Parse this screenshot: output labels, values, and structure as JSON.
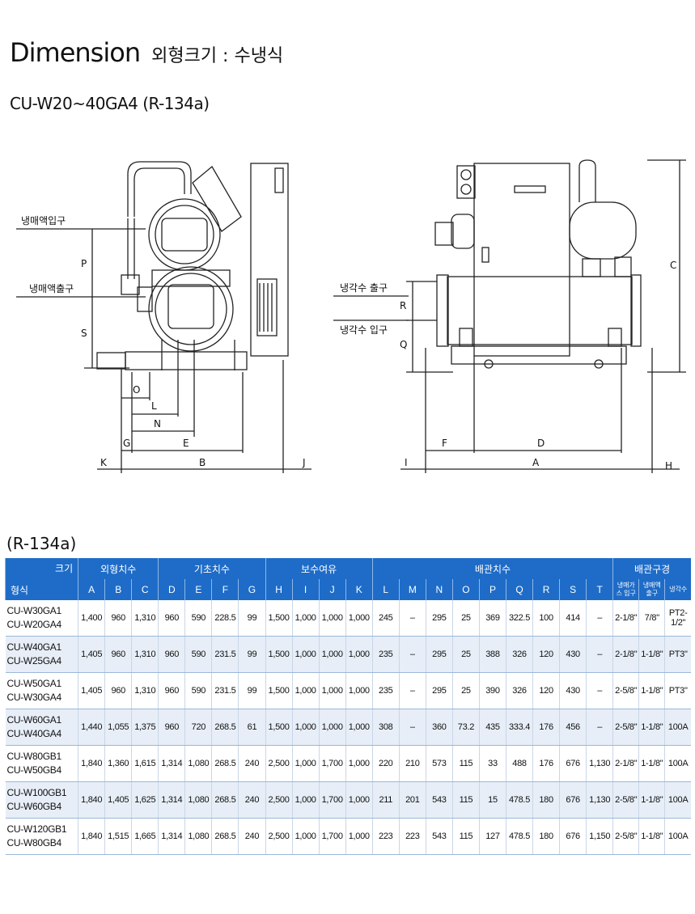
{
  "header": {
    "title_en": "Dimension",
    "title_ko": "외형크기 : 수냉식",
    "model_range": "CU-W20~40GA4 (R-134a)"
  },
  "drawing": {
    "left_labels": {
      "refrigerant_in": "냉매액입구",
      "refrigerant_out": "냉매액출구"
    },
    "right_labels": {
      "cooling_water_out": "냉각수 출구",
      "cooling_water_in": "냉각수 입구"
    },
    "dims": {
      "P": "P",
      "S": "S",
      "O": "O",
      "L": "L",
      "N": "N",
      "G": "G",
      "E": "E",
      "K": "K",
      "B": "B",
      "J": "J",
      "R": "R",
      "Q": "Q",
      "C": "C",
      "F": "F",
      "D": "D",
      "I": "I",
      "A": "A",
      "H": "H"
    }
  },
  "table": {
    "title": "(R-134a)",
    "corner_top": "크기",
    "corner_bottom": "형식",
    "groups": [
      {
        "label": "외형치수",
        "span": 3
      },
      {
        "label": "기초치수",
        "span": 4
      },
      {
        "label": "보수여유",
        "span": 4
      },
      {
        "label": "배관치수",
        "span": 9
      },
      {
        "label": "배관구경",
        "span": 3
      }
    ],
    "columns": [
      "A",
      "B",
      "C",
      "D",
      "E",
      "F",
      "G",
      "H",
      "I",
      "J",
      "K",
      "L",
      "M",
      "N",
      "O",
      "P",
      "Q",
      "R",
      "S",
      "T"
    ],
    "pipe_columns": [
      "냉매가스 입구",
      "냉매액 출구",
      "냉각수"
    ],
    "rows": [
      {
        "models": [
          "CU-W30GA1",
          "CU-W20GA4"
        ],
        "values": [
          "1,400",
          "960",
          "1,310",
          "960",
          "590",
          "228.5",
          "99",
          "1,500",
          "1,000",
          "1,000",
          "1,000",
          "245",
          "–",
          "295",
          "25",
          "369",
          "322.5",
          "100",
          "414",
          "–",
          "2-1/8\"",
          "7/8\"",
          "PT2-1/2\""
        ]
      },
      {
        "models": [
          "CU-W40GA1",
          "CU-W25GA4"
        ],
        "values": [
          "1,405",
          "960",
          "1,310",
          "960",
          "590",
          "231.5",
          "99",
          "1,500",
          "1,000",
          "1,000",
          "1,000",
          "235",
          "–",
          "295",
          "25",
          "388",
          "326",
          "120",
          "430",
          "–",
          "2-1/8\"",
          "1-1/8\"",
          "PT3\""
        ]
      },
      {
        "models": [
          "CU-W50GA1",
          "CU-W30GA4"
        ],
        "values": [
          "1,405",
          "960",
          "1,310",
          "960",
          "590",
          "231.5",
          "99",
          "1,500",
          "1,000",
          "1,000",
          "1,000",
          "235",
          "–",
          "295",
          "25",
          "390",
          "326",
          "120",
          "430",
          "–",
          "2-5/8\"",
          "1-1/8\"",
          "PT3\""
        ]
      },
      {
        "models": [
          "CU-W60GA1",
          "CU-W40GA4"
        ],
        "values": [
          "1,440",
          "1,055",
          "1,375",
          "960",
          "720",
          "268.5",
          "61",
          "1,500",
          "1,000",
          "1,000",
          "1,000",
          "308",
          "–",
          "360",
          "73.2",
          "435",
          "333.4",
          "176",
          "456",
          "–",
          "2-5/8\"",
          "1-1/8\"",
          "100A"
        ]
      },
      {
        "models": [
          "CU-W80GB1",
          "CU-W50GB4"
        ],
        "values": [
          "1,840",
          "1,360",
          "1,615",
          "1,314",
          "1,080",
          "268.5",
          "240",
          "2,500",
          "1,000",
          "1,700",
          "1,000",
          "220",
          "210",
          "573",
          "115",
          "33",
          "488",
          "176",
          "676",
          "1,130",
          "2-1/8\"",
          "1-1/8\"",
          "100A"
        ]
      },
      {
        "models": [
          "CU-W100GB1",
          "CU-W60GB4"
        ],
        "values": [
          "1,840",
          "1,405",
          "1,625",
          "1,314",
          "1,080",
          "268.5",
          "240",
          "2,500",
          "1,000",
          "1,700",
          "1,000",
          "211",
          "201",
          "543",
          "115",
          "15",
          "478.5",
          "180",
          "676",
          "1,130",
          "2-5/8\"",
          "1-1/8\"",
          "100A"
        ]
      },
      {
        "models": [
          "CU-W120GB1",
          "CU-W80GB4"
        ],
        "values": [
          "1,840",
          "1,515",
          "1,665",
          "1,314",
          "1,080",
          "268.5",
          "240",
          "2,500",
          "1,000",
          "1,700",
          "1,000",
          "223",
          "223",
          "543",
          "115",
          "127",
          "478.5",
          "180",
          "676",
          "1,150",
          "2-5/8\"",
          "1-1/8\"",
          "100A"
        ]
      }
    ]
  }
}
